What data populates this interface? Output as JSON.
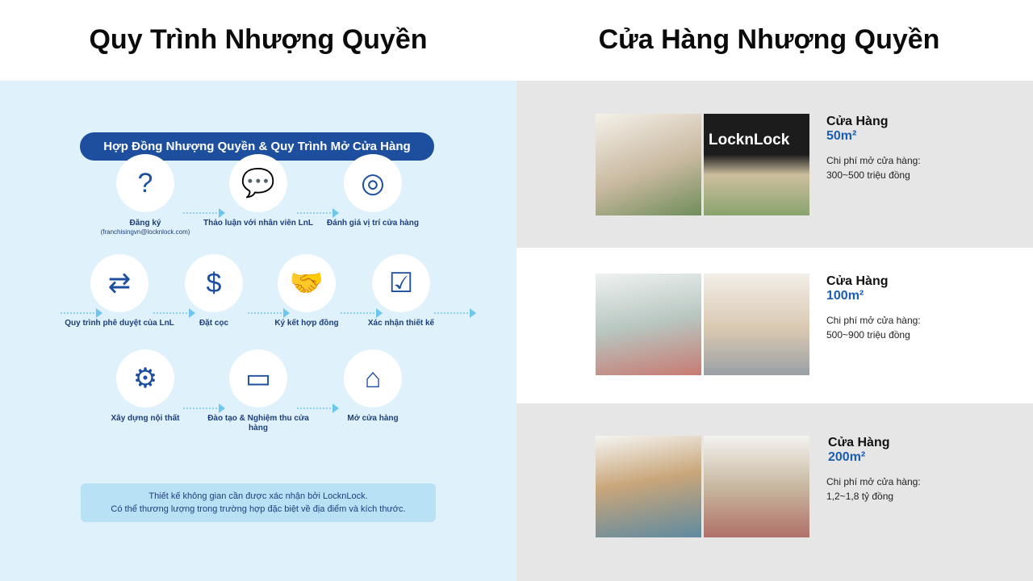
{
  "left": {
    "title": "Quy Trình Nhượng Quyền",
    "banner": "Hợp Đồng Nhượng Quyền & Quy Trình Mở Cửa Hàng",
    "steps": [
      {
        "label": "Đăng ký",
        "sub": "(franchisingvn@locknlock.com)",
        "icon": "search-question-icon",
        "glyph": "?"
      },
      {
        "label": "Thảo luận với nhân viên LnL",
        "icon": "discussion-icon",
        "glyph": "💬"
      },
      {
        "label": "Đánh giá vị trí cửa hàng",
        "icon": "target-check-icon",
        "glyph": "◎"
      },
      {
        "label": "Quy trình phê duyệt của LnL",
        "icon": "exchange-people-icon",
        "glyph": "⇄"
      },
      {
        "label": "Đặt cọc",
        "icon": "deposit-coin-icon",
        "glyph": "$"
      },
      {
        "label": "Ký kết hợp đồng",
        "icon": "handshake-icon",
        "glyph": "🤝"
      },
      {
        "label": "Xác nhận thiết kế",
        "icon": "checklist-search-icon",
        "glyph": "☑"
      },
      {
        "label": "Xây dựng nội thất",
        "icon": "gears-icon",
        "glyph": "⚙"
      },
      {
        "label": "Đào tạo & Nghiệm thu cửa hàng",
        "icon": "training-icon",
        "glyph": "▭"
      },
      {
        "label": "Mở cửa hàng",
        "icon": "store-icon",
        "glyph": "⌂"
      }
    ],
    "note": [
      "Thiết kế không gian cần được xác nhận bởi LocknLock.",
      "Có thể thương lượng trong trường hợp đặc biệt về địa điểm và kích thước."
    ]
  },
  "right": {
    "title": "Cửa Hàng Nhượng Quyền",
    "stores": [
      {
        "name": "Cửa Hàng",
        "size": "50m²",
        "cost_label": "Chi phí mở cửa hàng:",
        "cost": "300~500 triệu đồng",
        "sign": "LocknLock"
      },
      {
        "name": "Cửa Hàng",
        "size": "100m²",
        "cost_label": "Chi phí mở cửa hàng:",
        "cost": "500~900 triệu đồng"
      },
      {
        "name": "Cửa Hàng",
        "size": "200m²",
        "cost_label": "Chi phí mở cửa hàng:",
        "cost": "1,2~1,8 tỷ đồng"
      }
    ]
  }
}
